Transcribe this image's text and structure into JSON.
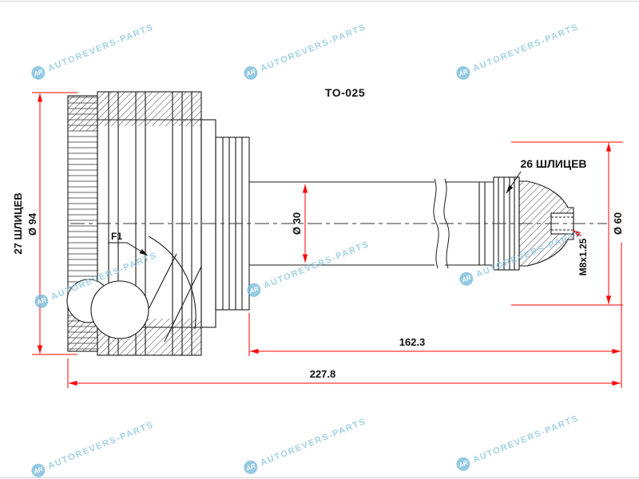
{
  "page": {
    "title": "TO-025"
  },
  "watermark": {
    "logo_text": "AR",
    "brand": "AUTOREVERS-PARTS",
    "color": "#8cc6e0"
  },
  "drawing": {
    "labels": {
      "splines_left": "27 ШЛИЦЕВ",
      "splines_right": "26 ШЛИЦЕВ",
      "inner_mark": "F1",
      "thread_spec": "M8x1.25"
    },
    "dimensions": {
      "outer_diameter": "Ø 94",
      "shaft_diameter": "Ø 30",
      "stub_diameter": "Ø 60",
      "shaft_length": "162.3",
      "total_length": "227.8"
    }
  },
  "colors": {
    "dimension_line": "#ff0000",
    "drawing_line": "#1a1a1a"
  }
}
